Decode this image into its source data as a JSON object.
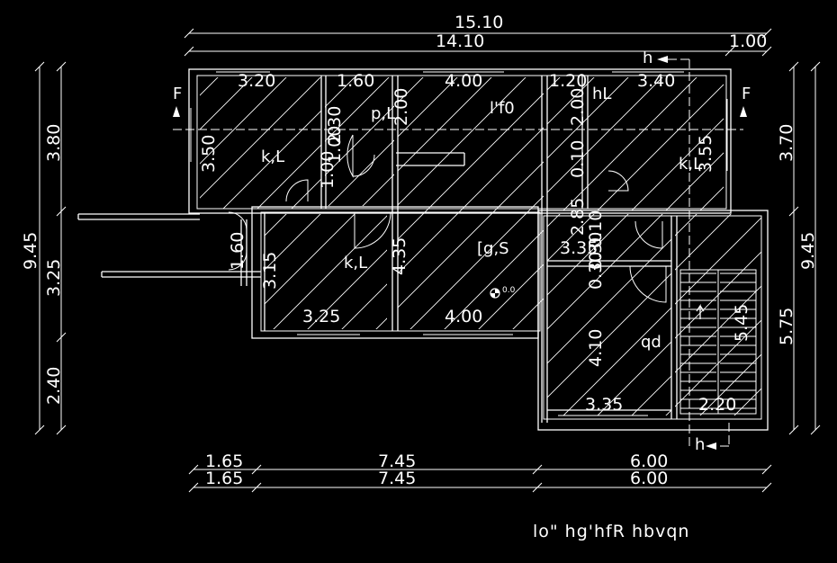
{
  "title": "lo\"  hg'hfR  hbvqn",
  "dimensions": {
    "top_overall": "15.10",
    "top_main": "14.10",
    "top_right": "1.00",
    "bottom_row1": [
      "1.65",
      "7.45",
      "6.00"
    ],
    "bottom_row2": [
      "1.65",
      "7.45",
      "6.00"
    ],
    "left_overall": "9.45",
    "left_parts": [
      "3.80",
      "3.25",
      "2.40"
    ],
    "right_overall": "9.45",
    "right_parts": [
      "3.70",
      "5.75"
    ]
  },
  "rooms": {
    "room1": {
      "label": "k,L",
      "width": "3.20",
      "depth": "3.50"
    },
    "wc": {
      "width": "1.60",
      "depth": "2.30",
      "d2": "1.00",
      "d3": "1.00"
    },
    "pasage": {
      "label": "p,L",
      "dim": "2.00"
    },
    "top_center": {
      "label": "l'f0",
      "width": "4.00"
    },
    "top_right": {
      "label": "k,L",
      "width": "3.40",
      "depth": "3.55",
      "label2": "hL"
    },
    "small_top": {
      "width": "1.20",
      "dims": [
        "2.00",
        "0.10",
        "2.85",
        "0.10",
        "0.30"
      ]
    },
    "room2": {
      "label": "k,L",
      "width": "3.25",
      "depth": "3.15",
      "side": "1.60"
    },
    "living": {
      "label": "[g,S",
      "width": "4.00",
      "depth": "4.35"
    },
    "right_mid": {
      "width": "3.35",
      "dim": "0.30"
    },
    "kitchen": {
      "label": "qd",
      "width": "3.35",
      "depth": "4.10"
    },
    "stair": {
      "width": "2.20",
      "depth": "5.45"
    }
  },
  "section_marks": {
    "left": "F",
    "right": "F",
    "top": "h",
    "bottom": "h"
  },
  "level": "0.0"
}
